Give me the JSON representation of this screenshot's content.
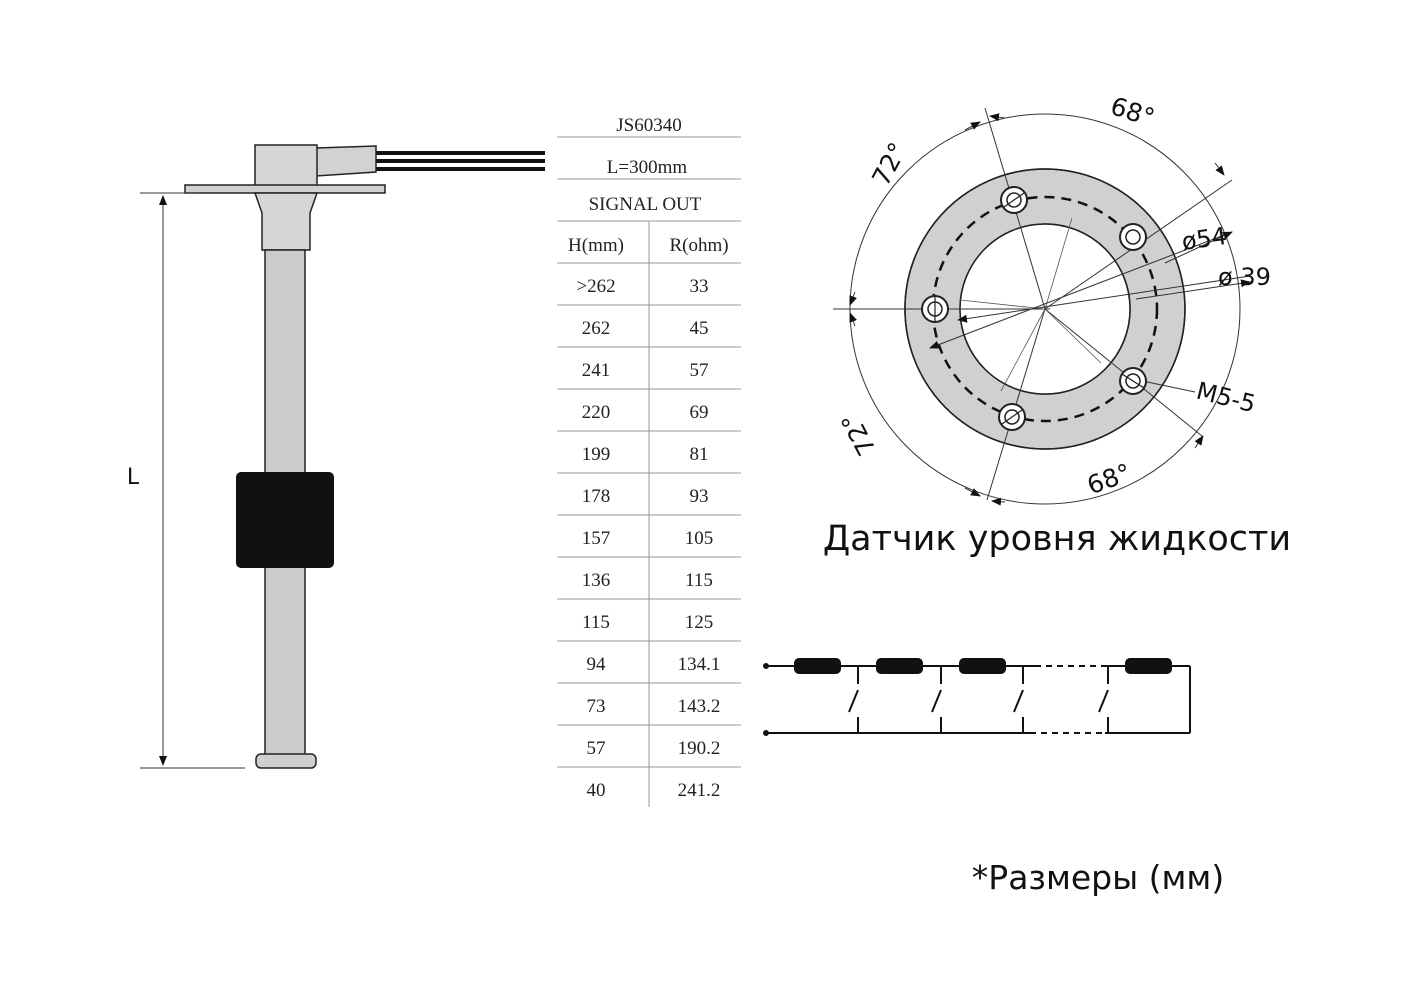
{
  "sensor": {
    "model": "JS60340",
    "length_line": "L=300mm",
    "signal_label": "SIGNAL OUT",
    "dimension_label": "L"
  },
  "table": {
    "headers": [
      "H(mm)",
      "R(ohm)"
    ],
    "rows": [
      [
        ">262",
        "33"
      ],
      [
        "262",
        "45"
      ],
      [
        "241",
        "57"
      ],
      [
        "220",
        "69"
      ],
      [
        "199",
        "81"
      ],
      [
        "178",
        "93"
      ],
      [
        "157",
        "105"
      ],
      [
        "136",
        "115"
      ],
      [
        "115",
        "125"
      ],
      [
        "94",
        "134.1"
      ],
      [
        "73",
        "143.2"
      ],
      [
        "57",
        "190.2"
      ],
      [
        "40",
        "241.2"
      ]
    ]
  },
  "flange": {
    "angle_top_right": "68°",
    "angle_top_left": "72°",
    "angle_bottom_left": "72°",
    "angle_bottom_right": "68°",
    "dia_outer": "ø54",
    "dia_inner": "ø 39",
    "hole_label": "M5-5"
  },
  "captions": {
    "title": "Датчик уровня жидкости",
    "units_note": "*Размеры (мм)"
  },
  "colors": {
    "flange_fill": "#d0d0d0",
    "rod_fill": "#c8c8c8",
    "float_fill": "#111111"
  }
}
